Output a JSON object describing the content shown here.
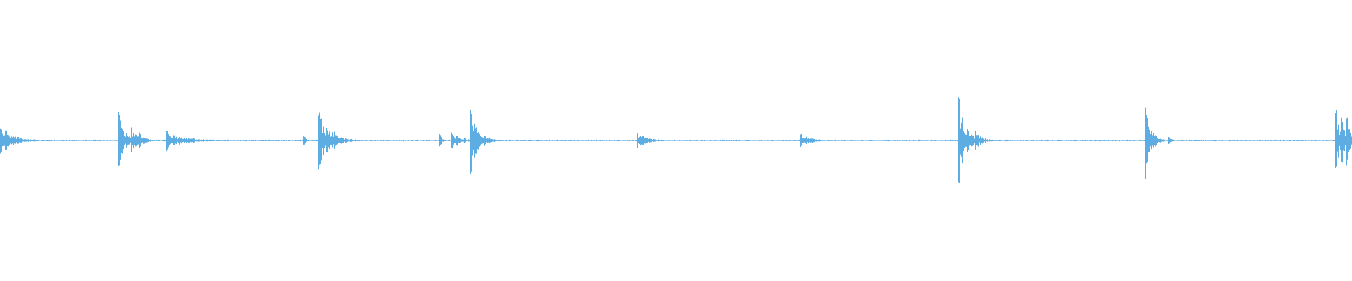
{
  "waveform": {
    "color": "#5dade2",
    "background": "#ffffff",
    "baseline_amplitude": 0.006,
    "events": [
      {
        "t": 0.0,
        "peak": 0.1,
        "decay": 0.01
      },
      {
        "t": 0.004,
        "peak": 0.08,
        "decay": 0.006
      },
      {
        "t": 0.088,
        "peak": 0.22,
        "decay": 0.004
      },
      {
        "t": 0.097,
        "peak": 0.1,
        "decay": 0.006
      },
      {
        "t": 0.103,
        "peak": 0.06,
        "decay": 0.004
      },
      {
        "t": 0.123,
        "peak": 0.08,
        "decay": 0.004
      },
      {
        "t": 0.128,
        "peak": 0.04,
        "decay": 0.016
      },
      {
        "t": 0.225,
        "peak": 0.03,
        "decay": 0.002
      },
      {
        "t": 0.236,
        "peak": 0.21,
        "decay": 0.008
      },
      {
        "t": 0.247,
        "peak": 0.08,
        "decay": 0.004
      },
      {
        "t": 0.325,
        "peak": 0.05,
        "decay": 0.002
      },
      {
        "t": 0.334,
        "peak": 0.06,
        "decay": 0.003
      },
      {
        "t": 0.338,
        "peak": 0.04,
        "decay": 0.006
      },
      {
        "t": 0.348,
        "peak": 0.25,
        "decay": 0.006
      },
      {
        "t": 0.471,
        "peak": 0.06,
        "decay": 0.008
      },
      {
        "t": 0.592,
        "peak": 0.05,
        "decay": 0.008
      },
      {
        "t": 0.709,
        "peak": 0.35,
        "decay": 0.005
      },
      {
        "t": 0.721,
        "peak": 0.08,
        "decay": 0.005
      },
      {
        "t": 0.847,
        "peak": 0.29,
        "decay": 0.004
      },
      {
        "t": 0.864,
        "peak": 0.03,
        "decay": 0.003
      },
      {
        "t": 0.988,
        "peak": 0.23,
        "decay": 0.003
      },
      {
        "t": 0.992,
        "peak": 0.2,
        "decay": 0.003
      },
      {
        "t": 0.996,
        "peak": 0.19,
        "decay": 0.003
      }
    ]
  }
}
